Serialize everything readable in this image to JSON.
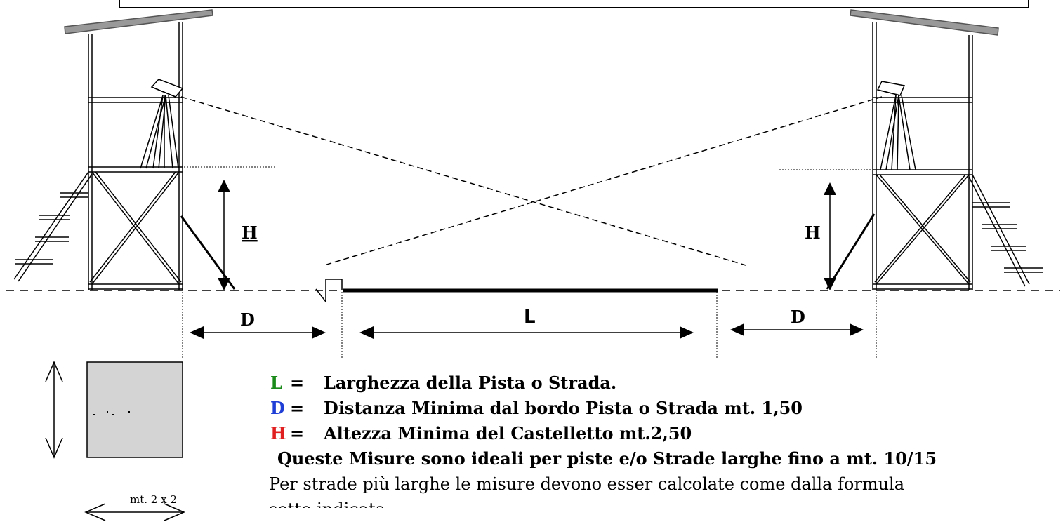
{
  "labels": {
    "h_left": "H",
    "h_right": "H",
    "d_left": "D",
    "d_right": "D",
    "l_center": "L",
    "footprint": "mt. 2 x 2"
  },
  "legend": [
    {
      "key": "L",
      "eq": "=",
      "text": "Larghezza della Pista o Strada.",
      "color": "#1a8a1a"
    },
    {
      "key": "D",
      "eq": "=",
      "text": "Distanza Minima dal bordo Pista o Strada  mt. 1,50",
      "color": "#1f3ed6"
    },
    {
      "key": "H",
      "eq": "=",
      "text": "Altezza Minima del Castelletto mt.2,50",
      "color": "#e02020"
    }
  ],
  "note": {
    "bold": "Queste  Misure sono ideali  per piste e/o Strade  larghe fino a  mt. 10/15",
    "plain": "Per strade più larghe  le misure devono esser calcolate come dalla formula",
    "cut": "sotto indicata"
  },
  "colors": {
    "line": "#000000",
    "roof": "#999999",
    "footprint_fill": "#d4d4d4"
  }
}
